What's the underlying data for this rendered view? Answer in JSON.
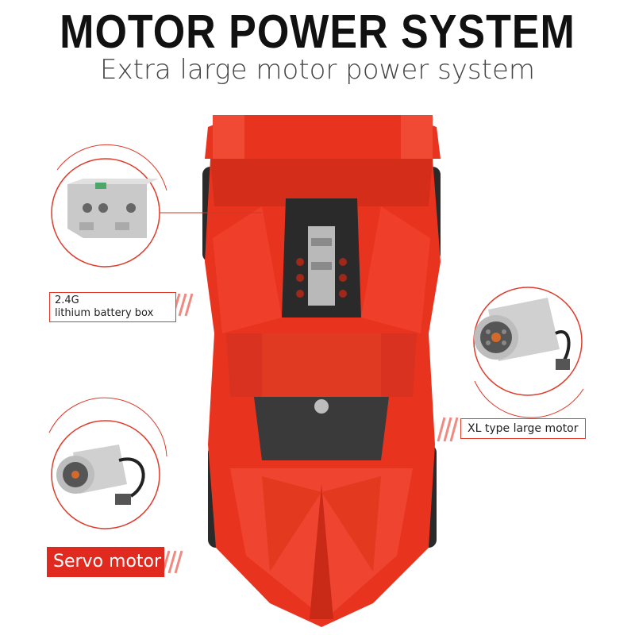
{
  "header": {
    "title": "MOTOR POWER SYSTEM",
    "subtitle": "Extra large motor power system"
  },
  "components": [
    {
      "label_lines": [
        "2.4G",
        "lithium battery box"
      ],
      "icon": "battery-box-icon"
    },
    {
      "label": "XL type large motor",
      "icon": "xl-motor-icon"
    },
    {
      "label": "Servo motor",
      "icon": "servo-motor-icon"
    }
  ],
  "colors": {
    "accent": "#e02a1f",
    "car_red": "#e8341f",
    "motor_grey": "#c9c9c9",
    "dark": "#2a2a2a"
  }
}
